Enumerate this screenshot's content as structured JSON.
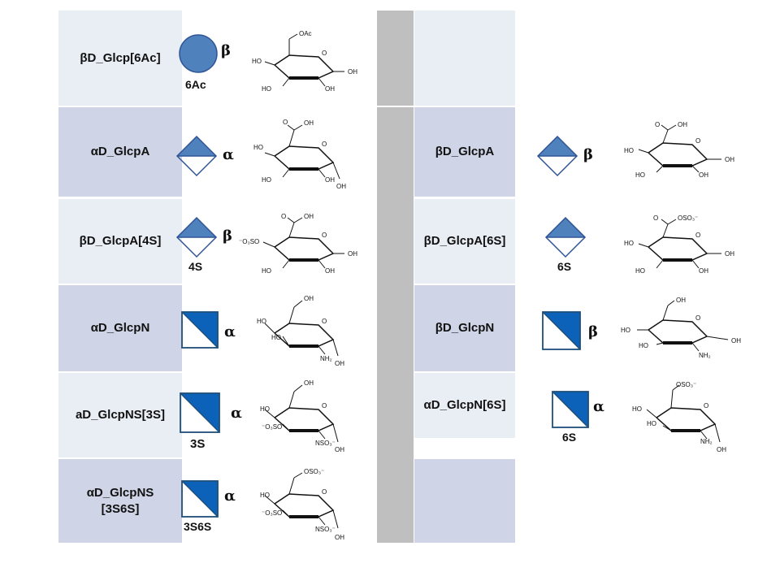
{
  "rows": [
    {
      "left_name": "βD_Glcp[6Ac]",
      "left_anomer": "β",
      "left_sub": "6Ac",
      "left_struct": {
        "top": "OAc",
        "ring_o": "O",
        "c4": "HO",
        "c3": "HO",
        "c2": "OH",
        "c1": "OH"
      },
      "right_name": "",
      "right_anomer": "",
      "right_sub": ""
    },
    {
      "left_name": "αD_GlcpA",
      "left_anomer": "α",
      "left_sub": "",
      "left_struct": {
        "top": "OH",
        "top2": "O",
        "ring_o": "O",
        "c4": "HO",
        "c3": "HO",
        "c2": "OH",
        "c1": "OH"
      },
      "right_name": "βD_GlcpA",
      "right_anomer": "β",
      "right_sub": "",
      "right_struct": {
        "top": "OH",
        "top2": "O",
        "ring_o": "O",
        "c4": "HO",
        "c3": "HO",
        "c2": "OH",
        "c1": "OH"
      }
    },
    {
      "left_name": "βD_GlcpA[4S]",
      "left_anomer": "β",
      "left_sub": "4S",
      "left_struct": {
        "top": "OH",
        "top2": "O",
        "ring_o": "O",
        "c4": "⁻O₃SO",
        "c3": "HO",
        "c2": "OH",
        "c1": "OH"
      },
      "right_name": "βD_GlcpA[6S]",
      "right_anomer": "",
      "right_sub": "6S",
      "right_struct": {
        "top": "OSO₃⁻",
        "top2": "O",
        "ring_o": "O",
        "c4": "HO",
        "c3": "HO",
        "c2": "OH",
        "c1": "OH"
      }
    },
    {
      "left_name": "αD_GlcpN",
      "left_anomer": "α",
      "left_sub": "",
      "left_struct": {
        "top": "OH",
        "ring_o": "O",
        "c4": "HO",
        "c3": "HO",
        "c2": "NH₂",
        "c1": "OH"
      },
      "right_name": "βD_GlcpN",
      "right_anomer": "β",
      "right_sub": "",
      "right_struct": {
        "top": "OH",
        "ring_o": "O",
        "c4": "HO",
        "c3": "HO",
        "c2": "NH₂",
        "c1": "OH"
      }
    },
    {
      "left_name": "aD_GlcpNS[3S]",
      "left_anomer": "α",
      "left_sub": "3S",
      "left_struct": {
        "top": "OH",
        "ring_o": "O",
        "c4": "HO",
        "c3": "⁻O₃SO",
        "c2": "NSO₃⁻",
        "c1": "OH"
      },
      "right_name": "αD_GlcpN[6S]",
      "right_anomer": "α",
      "right_sub": "6S",
      "right_struct": {
        "top": "OSO₃⁻",
        "ring_o": "O",
        "c4": "HO",
        "c3": "HO",
        "c2": "NH₂",
        "c1": "OH"
      }
    },
    {
      "left_name": "αD_GlcpNS",
      "left_name2": "[3S6S]",
      "left_anomer": "α",
      "left_sub": "3S6S",
      "left_struct": {
        "top": "OSO₃⁻",
        "ring_o": "O",
        "c4": "HO",
        "c3": "⁻O₃SO",
        "c2": "NSO₃⁻",
        "c1": "OH"
      },
      "right_name": "",
      "right_anomer": "",
      "right_sub": ""
    }
  ],
  "colors": {
    "symbol_blue": "#4f81bd",
    "gln_blue": "#0b62b8",
    "cell_light": "#e9edf4",
    "cell_dark": "#cfd5e6",
    "divider": "#bfbfbf"
  }
}
